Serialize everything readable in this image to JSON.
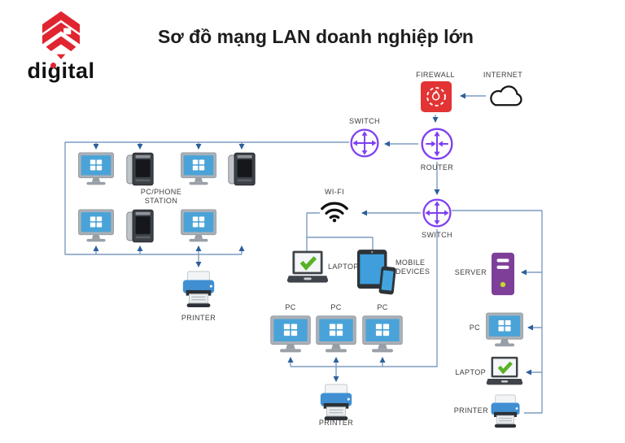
{
  "logo": {
    "text": "digital"
  },
  "title": "Sơ đồ mạng LAN doanh nghiệp lớn",
  "labels": {
    "firewall": "FIREWALL",
    "internet": "INTERNET",
    "switch_top": "SWITCH",
    "router": "ROUTER",
    "switch_mid": "SWITCH",
    "station": "PC/PHONE STATION",
    "printer_station": "PRINTER",
    "wifi": "WI-FI",
    "laptop": "LAPTOP",
    "mobile": "MOBILE DEVICES",
    "pc1": "PC",
    "pc2": "PC",
    "pc3": "PC",
    "printer_floor": "PRINTER",
    "server": "SERVER",
    "pc_right": "PC",
    "laptop_right": "LAPTOP",
    "printer_right": "PRINTER"
  },
  "colors": {
    "connector_line": "#7e9cc0",
    "arrowhead": "#2b5f9c",
    "device_purple": "#7e3ff2",
    "brand_red": "#e02531",
    "firewall_red": "#e23434",
    "screen_blue": "#4aa3d8",
    "printer_blue": "#3f8fd2",
    "server_purple": "#7d3f98",
    "check_green": "#58b224",
    "label_text": "#3d3d3d"
  }
}
